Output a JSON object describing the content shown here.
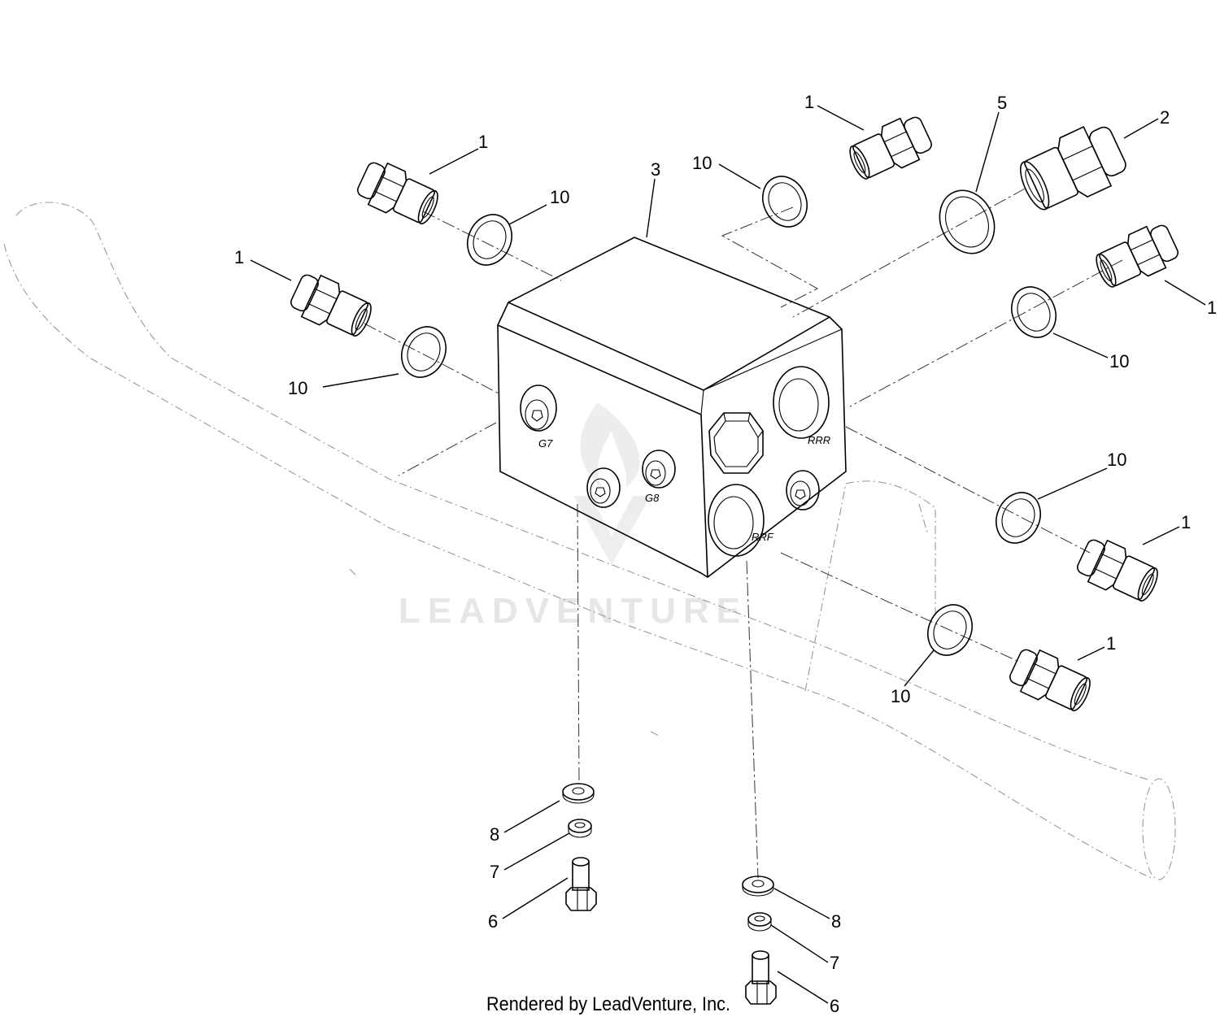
{
  "diagram": {
    "callouts": [
      {
        "id": "c-1a",
        "text": "1"
      },
      {
        "id": "c-10a",
        "text": "10"
      },
      {
        "id": "c-1b",
        "text": "1"
      },
      {
        "id": "c-10b",
        "text": "10"
      },
      {
        "id": "c-3",
        "text": "3"
      },
      {
        "id": "c-1c",
        "text": "1"
      },
      {
        "id": "c-10c",
        "text": "10"
      },
      {
        "id": "c-5",
        "text": "5"
      },
      {
        "id": "c-2",
        "text": "2"
      },
      {
        "id": "c-1d",
        "text": "1"
      },
      {
        "id": "c-10d",
        "text": "10"
      },
      {
        "id": "c-10e",
        "text": "10"
      },
      {
        "id": "c-1e",
        "text": "1"
      },
      {
        "id": "c-1f",
        "text": "1"
      },
      {
        "id": "c-10f",
        "text": "10"
      },
      {
        "id": "c-8a",
        "text": "8"
      },
      {
        "id": "c-7a",
        "text": "7"
      },
      {
        "id": "c-6a",
        "text": "6"
      },
      {
        "id": "c-8b",
        "text": "8"
      },
      {
        "id": "c-7b",
        "text": "7"
      },
      {
        "id": "c-6b",
        "text": "6"
      }
    ],
    "port_labels": {
      "g7": "G7",
      "g8": "G8",
      "rrr": "RRR",
      "rrf": "RRF"
    },
    "watermark": "LEADVENTURE",
    "credit": "Rendered by LeadVenture, Inc."
  }
}
